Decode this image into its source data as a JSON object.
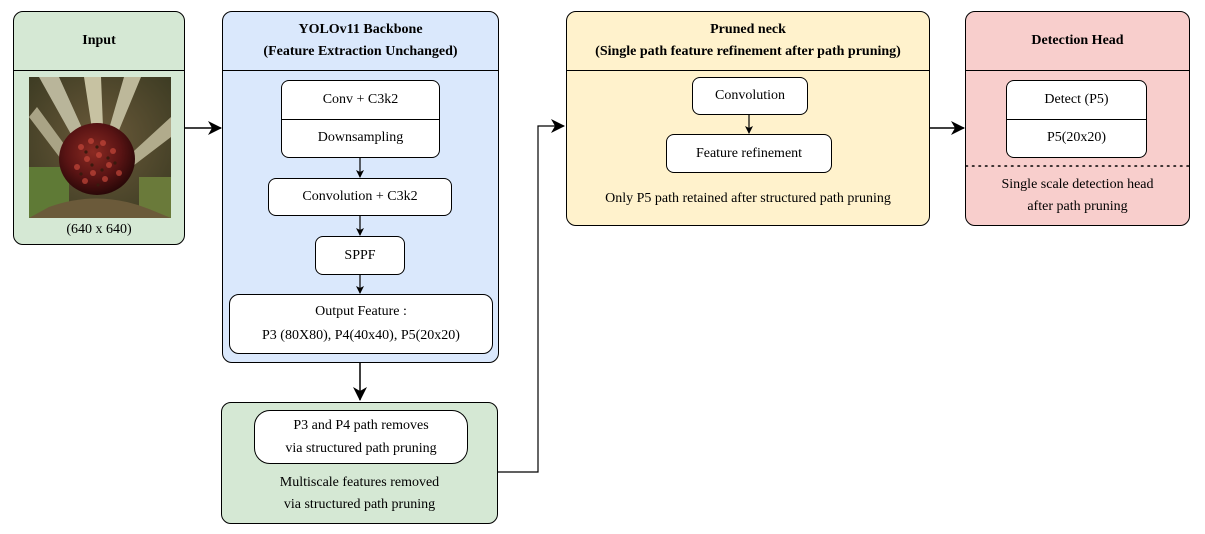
{
  "colors": {
    "green_fill": "#d5e8d4",
    "blue_fill": "#dae8fc",
    "yellow_fill": "#fff2cc",
    "red_fill": "#f8cecc",
    "line": "#000000"
  },
  "input": {
    "title": "Input",
    "image_label": "(640 x 640)",
    "image_icon": "oil-palm-fruit-bunch-photo"
  },
  "backbone": {
    "title_line1": "YOLOv11 Backbone",
    "title_line2": "(Feature Extraction Unchanged)",
    "block1_top": "Conv + C3k2",
    "block1_bottom": "Downsampling",
    "block2": "Convolution + C3k2",
    "block3": "SPPF",
    "output_line1": "Output Feature :",
    "output_line2": "P3 (80X80), P4(40x40), P5(20x20)"
  },
  "pruned_paths": {
    "box_line1": "P3 and P4 path removes",
    "box_line2": "via structured path pruning",
    "caption_line1": "Multiscale features removed",
    "caption_line2": "via structured path pruning"
  },
  "neck": {
    "title_line1": "Pruned neck",
    "title_line2": "(Single path feature refinement after path pruning)",
    "box1": "Convolution",
    "box2": "Feature refinement",
    "caption": "Only P5 path retained after structured path pruning"
  },
  "head": {
    "title": "Detection Head",
    "box_top": "Detect (P5)",
    "box_bottom": "P5(20x20)",
    "caption_line1": "Single scale detection head",
    "caption_line2": "after path pruning"
  }
}
